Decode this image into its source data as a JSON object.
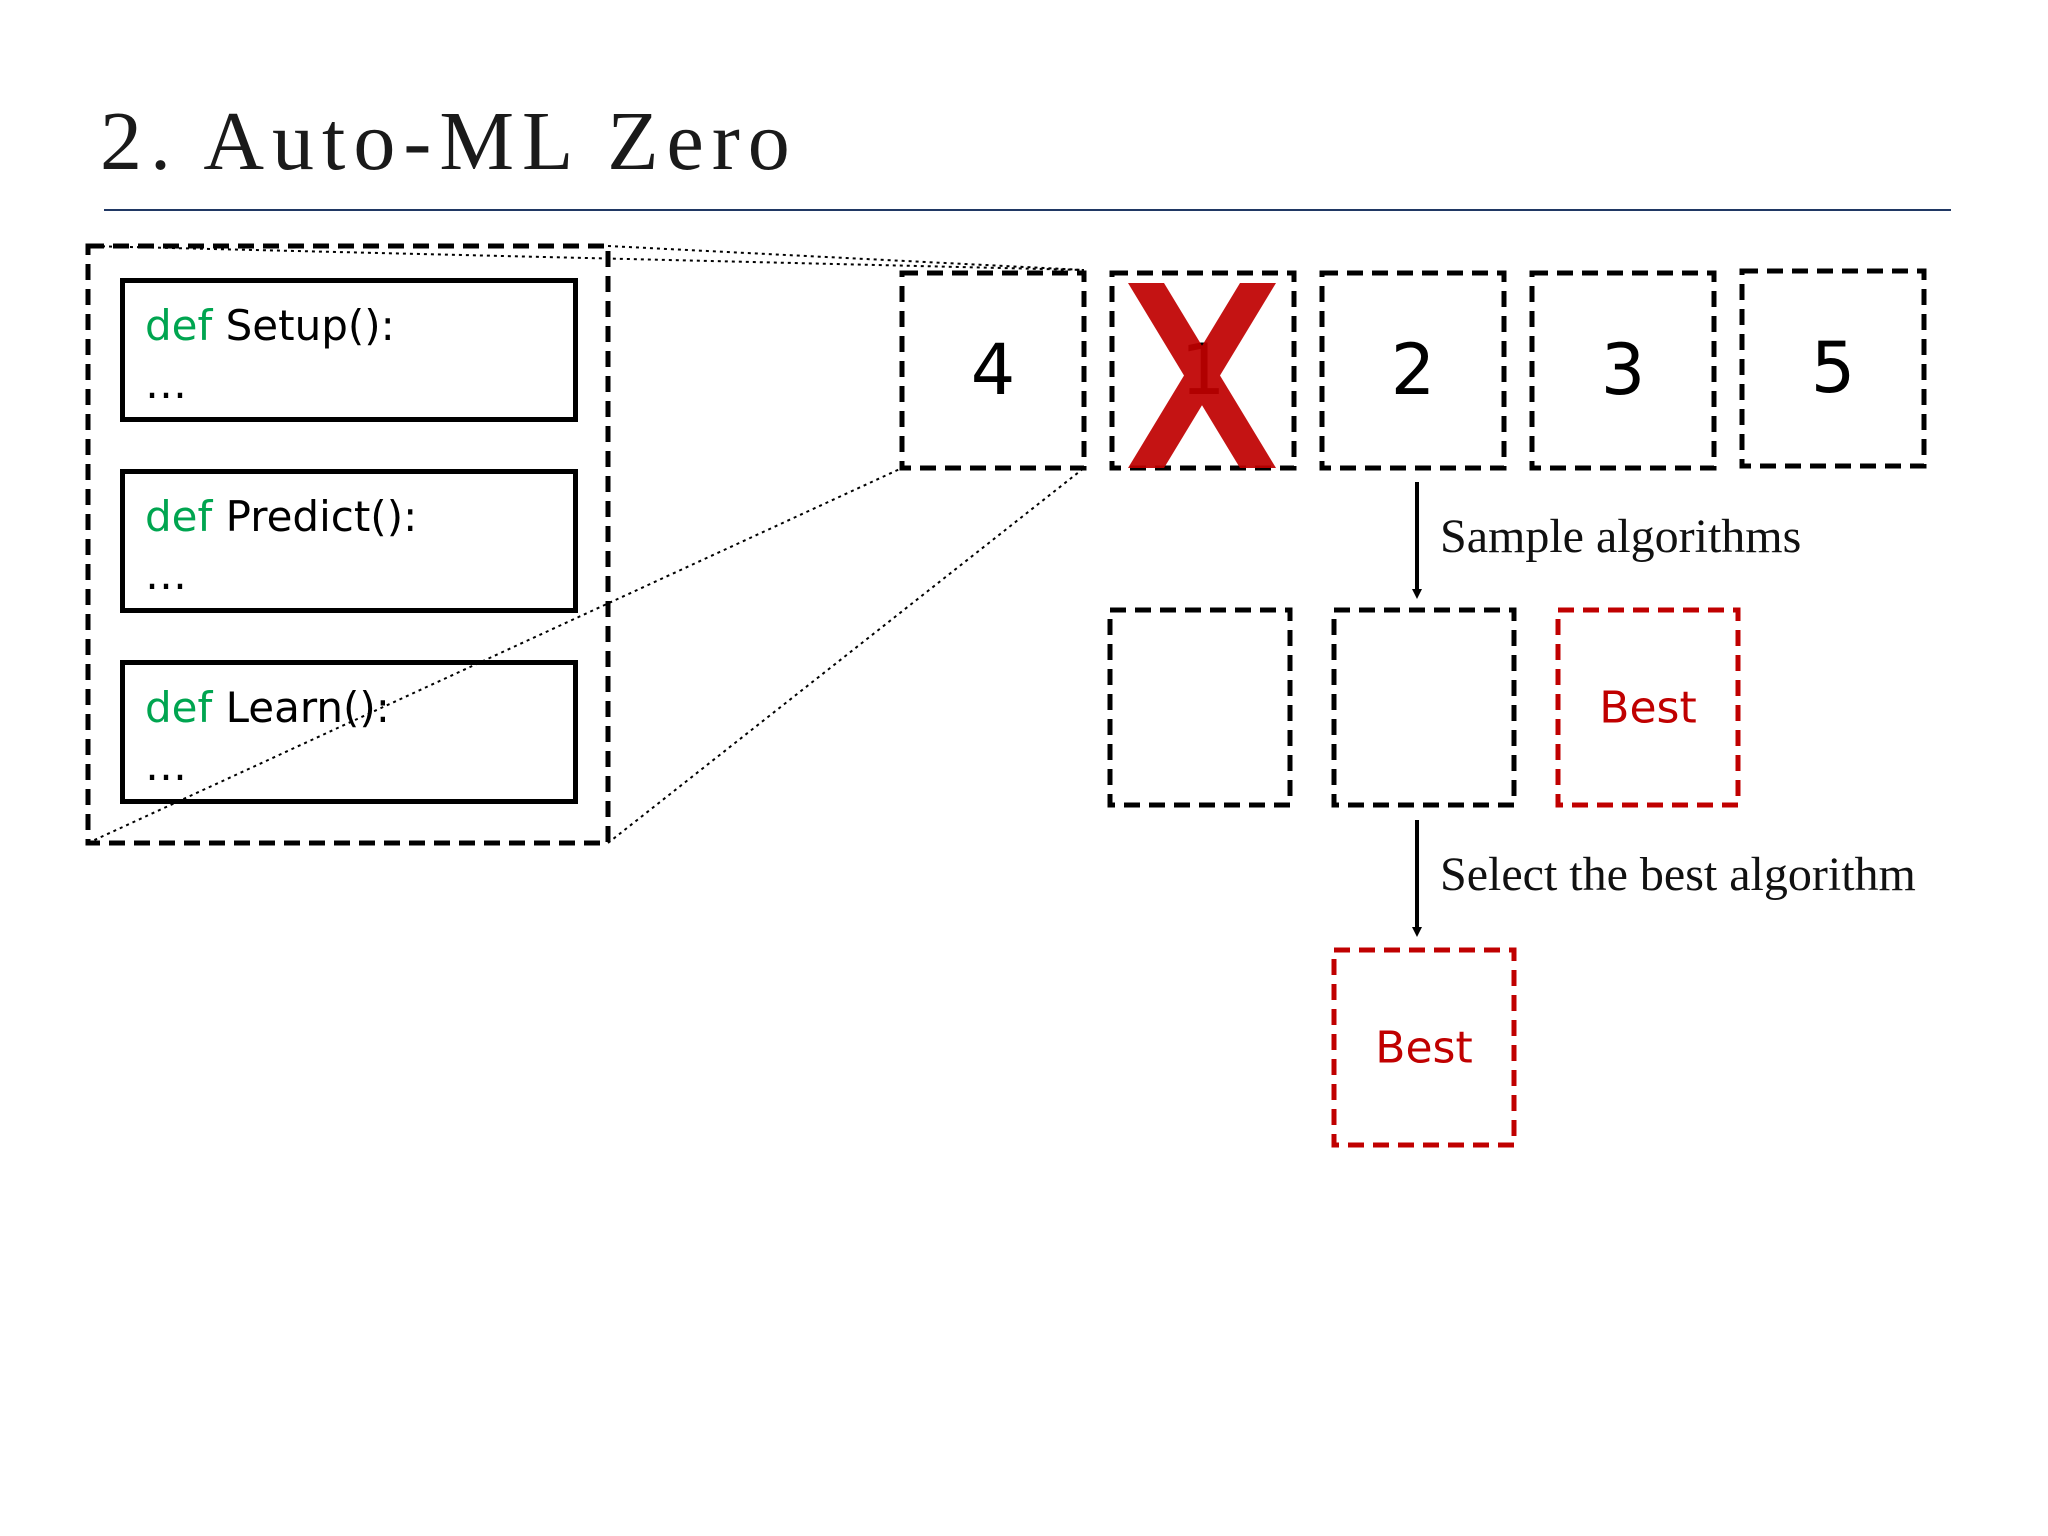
{
  "title": "2. Auto-ML Zero",
  "algorithm": {
    "functions": [
      {
        "keyword": "def",
        "name": " Setup():",
        "body": "…"
      },
      {
        "keyword": "def",
        "name": " Predict():",
        "body": "…"
      },
      {
        "keyword": "def",
        "name": " Learn():",
        "body": "…"
      }
    ]
  },
  "population": [
    "4",
    "1",
    "2",
    "3",
    "5"
  ],
  "removed_mark": "X",
  "steps": {
    "sample_label": "Sample algorithms",
    "select_label": "Select the best algorithm"
  },
  "best_label": "Best",
  "colors": {
    "keyword": "#00a550",
    "best": "#c00000",
    "removed_mark": "#c00000",
    "title_rule": "#203864"
  }
}
